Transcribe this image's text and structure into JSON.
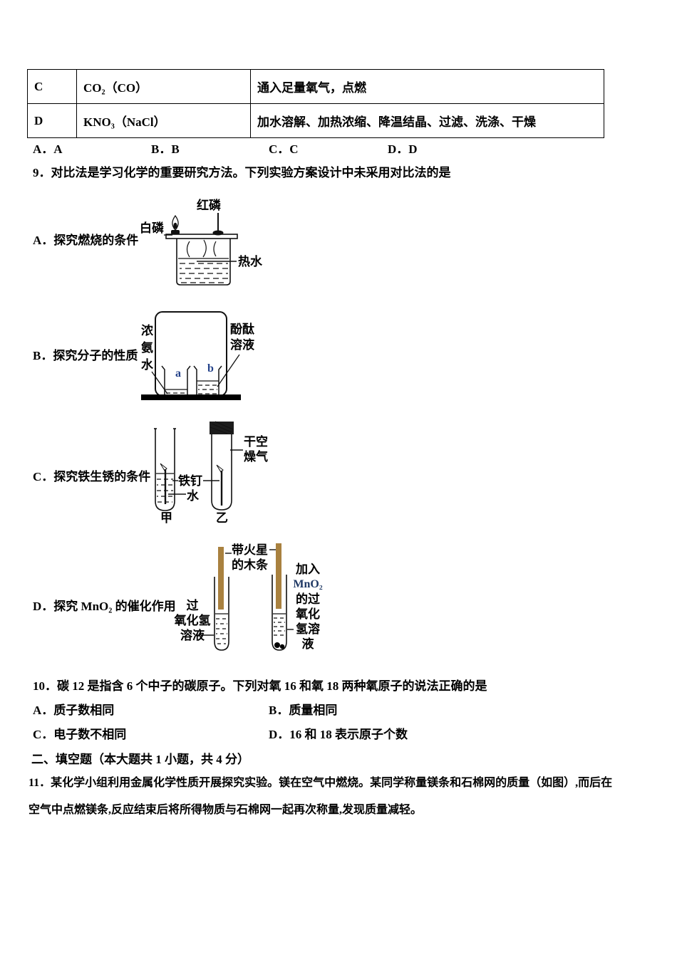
{
  "table": {
    "rows": [
      {
        "letter": "C",
        "substance": "CO₂（CO）",
        "method": "通入足量氧气，点燃"
      },
      {
        "letter": "D",
        "substance": "KNO₃（NaCl）",
        "method": "加水溶解、加热浓缩、降温结晶、过滤、洗涤、干燥"
      }
    ]
  },
  "answer_row": {
    "a": "A．A",
    "b": "B．B",
    "c": "C．C",
    "d": "D．D"
  },
  "q9": {
    "stem": "9．对比法是学习化学的重要研究方法。下列实验方案设计中未采用对比法的是",
    "option_a": {
      "label": "A．探究燃烧的条件",
      "red_phosphorus": "红磷",
      "white_phosphorus": "白磷",
      "hot_water": "热水"
    },
    "option_b": {
      "label": "B．探究分子的性质",
      "ammonia": "浓\n氨\n水",
      "phenolphthalein": "酚酞\n溶液",
      "beaker_a": "a",
      "beaker_b": "b"
    },
    "option_c": {
      "label": "C．探究铁生锈的条件",
      "dry_air": "干空\n燥气",
      "iron_nail": "铁钉",
      "water": "水",
      "tube_jia": "甲",
      "tube_yi": "乙"
    },
    "option_d": {
      "label": "D．探究 MnO₂ 的催化作用",
      "splint": "带火星\n的木条",
      "h2o2": "过\n氧化氢\n溶液",
      "mno2_line1": "加入",
      "mno2_line2": "MnO₂",
      "mno2_line3": "的过\n氧化\n氢溶\n液"
    }
  },
  "q10": {
    "stem": "10．碳 12 是指含 6 个中子的碳原子。下列对氧 16 和氧 18 两种氧原子的说法正确的是",
    "option_a": "A．质子数相同",
    "option_b": "B．质量相同",
    "option_c": "C．电子数不相同",
    "option_d": "D．16 和 18 表示原子个数"
  },
  "section2": {
    "title": "二、填空题（本大题共 1 小题，共 4 分）",
    "q11": "11．某化学小组利用金属化学性质开展探究实验。镁在空气中燃烧。某同学称量镁条和石棉网的质量（如图）,而后在\n空气中点燃镁条,反应结束后将所得物质与石棉网一起再次称量,发现质量减轻。"
  },
  "colors": {
    "splint": "#a9813f",
    "blue_label": "#1f3864",
    "letter_blue": "#24428a",
    "ink": "#000000"
  }
}
